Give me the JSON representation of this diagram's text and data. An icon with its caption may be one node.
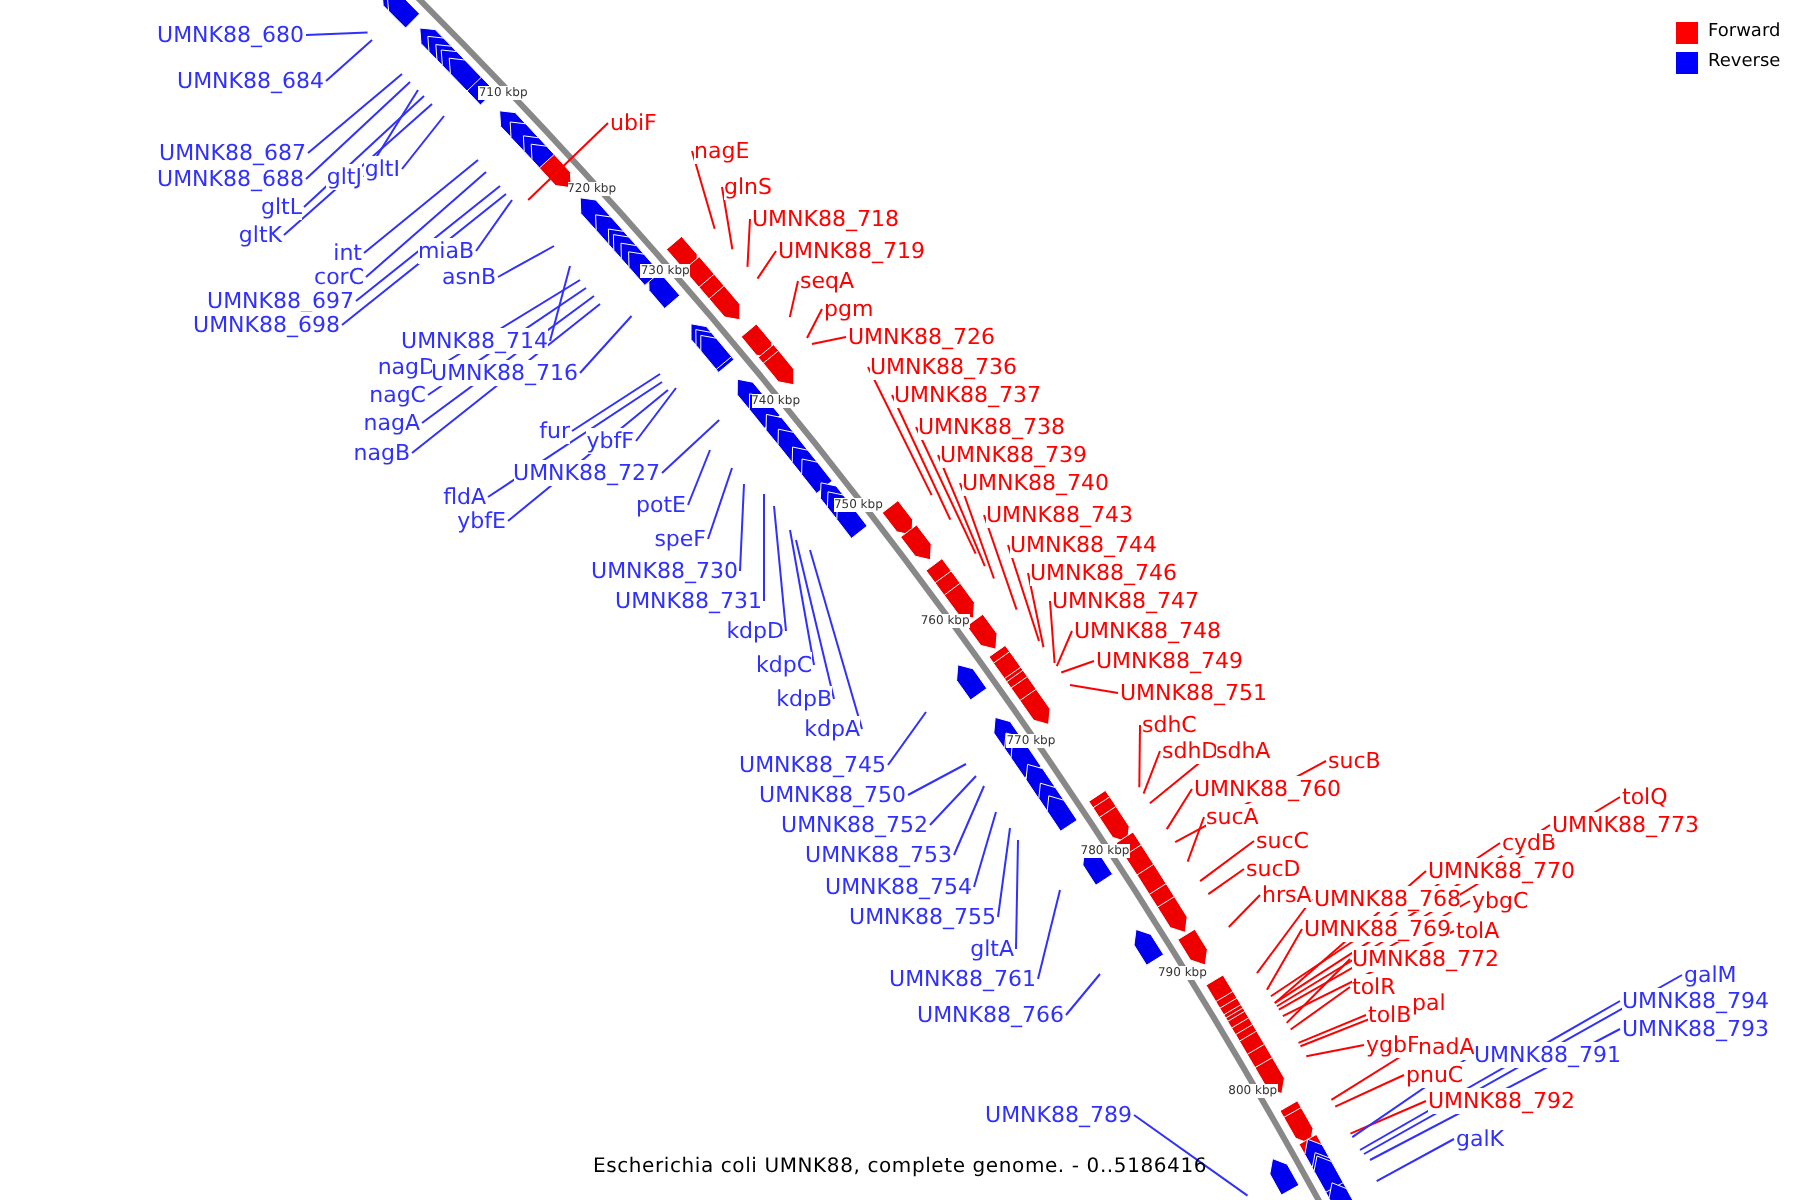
{
  "diagram": {
    "caption": "Escherichia coli UMNK88, complete genome. - 0..5186416",
    "nodes": [
      {
        "text": [
          "UMNK88_680"
        ]
      },
      {
        "text": [
          "UMNK88_684"
        ]
      },
      {
        "text": [
          "UMNK88_687"
        ]
      },
      {
        "text": [
          "UMNK88_688"
        ]
      },
      {
        "text": [
          "gltJ"
        ]
      },
      {
        "text": [
          "gltI"
        ]
      },
      {
        "text": [
          "gltL"
        ]
      },
      {
        "text": [
          "gltK"
        ]
      },
      {
        "text": [
          "int"
        ]
      },
      {
        "text": [
          "corC"
        ]
      },
      {
        "text": [
          "miaB"
        ]
      },
      {
        "text": [
          "asnB"
        ]
      },
      {
        "text": [
          "UMNK88_697"
        ]
      },
      {
        "text": [
          "UMNK88_698"
        ]
      },
      {
        "text": [
          "UMNK88_714"
        ]
      },
      {
        "text": [
          "nagD"
        ]
      },
      {
        "text": [
          "UMNK88_716"
        ]
      },
      {
        "text": [
          "nagC"
        ]
      },
      {
        "text": [
          "nagA"
        ]
      },
      {
        "text": [
          "nagB"
        ]
      },
      {
        "text": [
          "fur"
        ]
      },
      {
        "text": [
          "ybfF"
        ]
      },
      {
        "text": [
          "UMNK88_727"
        ]
      },
      {
        "text": [
          "fldA"
        ]
      },
      {
        "text": [
          "ybfE"
        ]
      },
      {
        "text": [
          "potE"
        ]
      },
      {
        "text": [
          "speF"
        ]
      },
      {
        "text": [
          "UMNK88_730"
        ]
      },
      {
        "text": [
          "UMNK88_731"
        ]
      },
      {
        "text": [
          "kdpD"
        ]
      },
      {
        "text": [
          "kdpC"
        ]
      },
      {
        "text": [
          "kdpB"
        ]
      },
      {
        "text": [
          "kdpA"
        ]
      },
      {
        "text": [
          "UMNK88_745"
        ]
      },
      {
        "text": [
          "UMNK88_750"
        ]
      },
      {
        "text": [
          "UMNK88_752"
        ]
      },
      {
        "text": [
          "UMNK88_753"
        ]
      },
      {
        "text": [
          "UMNK88_754"
        ]
      },
      {
        "text": [
          "UMNK88_755"
        ]
      },
      {
        "text": [
          "gltA"
        ]
      },
      {
        "text": [
          "UMNK88_761"
        ]
      },
      {
        "text": [
          "UMNK88_766"
        ]
      },
      {
        "text": [
          "UMNK88_789"
        ]
      },
      {
        "text": [
          "ubiF"
        ]
      },
      {
        "text": [
          "nagE"
        ]
      },
      {
        "text": [
          "glnS"
        ]
      },
      {
        "text": [
          "UMNK88_718"
        ]
      },
      {
        "text": [
          "UMNK88_719"
        ]
      },
      {
        "text": [
          "seqA"
        ]
      },
      {
        "text": [
          "pgm"
        ]
      },
      {
        "text": [
          "UMNK88_726"
        ]
      },
      {
        "text": [
          "UMNK88_736"
        ]
      },
      {
        "text": [
          "UMNK88_737"
        ]
      },
      {
        "text": [
          "UMNK88_738"
        ]
      },
      {
        "text": [
          "UMNK88_739"
        ]
      },
      {
        "text": [
          "UMNK88_740"
        ]
      },
      {
        "text": [
          "UMNK88_743"
        ]
      },
      {
        "text": [
          "UMNK88_744"
        ]
      },
      {
        "text": [
          "UMNK88_746"
        ]
      },
      {
        "text": [
          "UMNK88_747"
        ]
      },
      {
        "text": [
          "UMNK88_748"
        ]
      },
      {
        "text": [
          "UMNK88_749"
        ]
      },
      {
        "text": [
          "UMNK88_751"
        ]
      },
      {
        "text": [
          "sdhC"
        ]
      },
      {
        "text": [
          "sdhD"
        ]
      },
      {
        "text": [
          "sdhA"
        ]
      },
      {
        "text": [
          "UMNK88_760"
        ]
      },
      {
        "text": [
          "sucB"
        ]
      },
      {
        "text": [
          "sucA"
        ]
      },
      {
        "text": [
          "sucC"
        ]
      },
      {
        "text": [
          "sucD"
        ]
      },
      {
        "text": [
          "hrsA"
        ]
      },
      {
        "text": [
          "UMNK88_768"
        ]
      },
      {
        "text": [
          "UMNK88_769"
        ]
      },
      {
        "text": [
          "UMNK88_770"
        ]
      },
      {
        "text": [
          "cydB"
        ]
      },
      {
        "text": [
          "UMNK88_773"
        ]
      },
      {
        "text": [
          "tolQ"
        ]
      },
      {
        "text": [
          "ybgC"
        ]
      },
      {
        "text": [
          "tolA"
        ]
      },
      {
        "text": [
          "UMNK88_772"
        ]
      },
      {
        "text": [
          "tolR"
        ]
      },
      {
        "text": [
          "pal"
        ]
      },
      {
        "text": [
          "tolB"
        ]
      },
      {
        "text": [
          "ygbF"
        ]
      },
      {
        "text": [
          "nadA"
        ]
      },
      {
        "text": [
          "pnuC"
        ]
      },
      {
        "text": [
          "UMNK88_792"
        ]
      },
      {
        "text": [
          "UMNK88_791"
        ]
      },
      {
        "text": [
          "UMNK88_793"
        ]
      },
      {
        "text": [
          "UMNK88_794"
        ]
      },
      {
        "text": [
          "galM"
        ]
      },
      {
        "text": [
          "galK"
        ]
      }
    ],
    "edges": [
      {
        "from": 0,
        "to": null,
        "arrow": "none"
      },
      {
        "from": 1,
        "to": null,
        "arrow": "none"
      },
      {
        "from": 2,
        "to": null,
        "arrow": "none"
      },
      {
        "from": 3,
        "to": null,
        "arrow": "none"
      },
      {
        "from": 4,
        "to": null,
        "arrow": "none"
      },
      {
        "from": 5,
        "to": null,
        "arrow": "none"
      },
      {
        "from": 6,
        "to": null,
        "arrow": "none"
      },
      {
        "from": 7,
        "to": null,
        "arrow": "none"
      },
      {
        "from": 8,
        "to": null,
        "arrow": "none"
      },
      {
        "from": 9,
        "to": null,
        "arrow": "none"
      },
      {
        "from": 10,
        "to": null,
        "arrow": "none"
      },
      {
        "from": 11,
        "to": null,
        "arrow": "none"
      },
      {
        "from": 12,
        "to": null,
        "arrow": "none"
      },
      {
        "from": 13,
        "to": null,
        "arrow": "none"
      },
      {
        "from": 14,
        "to": null,
        "arrow": "none"
      },
      {
        "from": 15,
        "to": null,
        "arrow": "none"
      },
      {
        "from": 16,
        "to": null,
        "arrow": "none"
      },
      {
        "from": 17,
        "to": null,
        "arrow": "none"
      },
      {
        "from": 18,
        "to": null,
        "arrow": "none"
      },
      {
        "from": 19,
        "to": null,
        "arrow": "none"
      },
      {
        "from": 20,
        "to": null,
        "arrow": "none"
      },
      {
        "from": 21,
        "to": null,
        "arrow": "none"
      },
      {
        "from": 22,
        "to": null,
        "arrow": "none"
      },
      {
        "from": 23,
        "to": null,
        "arrow": "none"
      },
      {
        "from": 24,
        "to": null,
        "arrow": "none"
      },
      {
        "from": 25,
        "to": null,
        "arrow": "none"
      },
      {
        "from": 26,
        "to": null,
        "arrow": "none"
      },
      {
        "from": 27,
        "to": null,
        "arrow": "none"
      },
      {
        "from": 28,
        "to": null,
        "arrow": "none"
      },
      {
        "from": 29,
        "to": null,
        "arrow": "none"
      },
      {
        "from": 30,
        "to": null,
        "arrow": "none"
      },
      {
        "from": 31,
        "to": null,
        "arrow": "none"
      },
      {
        "from": 32,
        "to": null,
        "arrow": "none"
      },
      {
        "from": 33,
        "to": null,
        "arrow": "none"
      },
      {
        "from": 34,
        "to": null,
        "arrow": "none"
      },
      {
        "from": 35,
        "to": null,
        "arrow": "none"
      },
      {
        "from": 36,
        "to": null,
        "arrow": "none"
      },
      {
        "from": 37,
        "to": null,
        "arrow": "none"
      },
      {
        "from": 38,
        "to": null,
        "arrow": "none"
      },
      {
        "from": 39,
        "to": null,
        "arrow": "none"
      },
      {
        "from": 40,
        "to": null,
        "arrow": "none"
      },
      {
        "from": 41,
        "to": null,
        "arrow": "none"
      },
      {
        "from": 42,
        "to": null,
        "arrow": "none"
      },
      {
        "from": 43,
        "to": null,
        "arrow": "none",
        "color": "#ff0000"
      },
      {
        "from": 44,
        "to": null,
        "arrow": "none",
        "color": "#ff0000"
      },
      {
        "from": 45,
        "to": null,
        "arrow": "none",
        "color": "#ff0000"
      },
      {
        "from": 46,
        "to": null,
        "arrow": "none",
        "color": "#ff0000"
      },
      {
        "from": 47,
        "to": null,
        "arrow": "none",
        "color": "#ff0000"
      },
      {
        "from": 48,
        "to": null,
        "arrow": "none",
        "color": "#ff0000"
      },
      {
        "from": 49,
        "to": null,
        "arrow": "none",
        "color": "#ff0000"
      },
      {
        "from": 50,
        "to": null,
        "arrow": "none",
        "color": "#ff0000"
      },
      {
        "from": 51,
        "to": null,
        "arrow": "none",
        "color": "#ff0000"
      },
      {
        "from": 52,
        "to": null,
        "arrow": "none",
        "color": "#ff0000"
      },
      {
        "from": 53,
        "to": null,
        "arrow": "none",
        "color": "#ff0000"
      },
      {
        "from": 54,
        "to": null,
        "arrow": "none",
        "color": "#ff0000"
      },
      {
        "from": 55,
        "to": null,
        "arrow": "none",
        "color": "#ff0000"
      },
      {
        "from": 56,
        "to": null,
        "arrow": "none",
        "color": "#ff0000"
      },
      {
        "from": 57,
        "to": null,
        "arrow": "none",
        "color": "#ff0000"
      },
      {
        "from": 58,
        "to": null,
        "arrow": "none",
        "color": "#ff0000"
      },
      {
        "from": 59,
        "to": null,
        "arrow": "none",
        "color": "#ff0000"
      },
      {
        "from": 60,
        "to": null,
        "arrow": "none",
        "color": "#ff0000"
      },
      {
        "from": 61,
        "to": null,
        "arrow": "none",
        "color": "#ff0000"
      },
      {
        "from": 62,
        "to": null,
        "arrow": "none",
        "color": "#ff0000"
      },
      {
        "from": 63,
        "to": null,
        "arrow": "none",
        "color": "#ff0000"
      },
      {
        "from": 64,
        "to": null,
        "arrow": "none",
        "color": "#ff0000"
      },
      {
        "from": 65,
        "to": null,
        "arrow": "none",
        "color": "#ff0000"
      },
      {
        "from": 66,
        "to": null,
        "arrow": "none",
        "color": "#ff0000"
      },
      {
        "from": 67,
        "to": null,
        "arrow": "none",
        "color": "#ff0000"
      },
      {
        "from": 68,
        "to": null,
        "arrow": "none",
        "color": "#ff0000"
      },
      {
        "from": 69,
        "to": null,
        "arrow": "none",
        "color": "#ff0000"
      },
      {
        "from": 70,
        "to": null,
        "arrow": "none",
        "color": "#ff0000"
      },
      {
        "from": 71,
        "to": null,
        "arrow": "none",
        "color": "#ff0000"
      },
      {
        "from": 72,
        "to": null,
        "arrow": "none",
        "color": "#ff0000"
      },
      {
        "from": 73,
        "to": null,
        "arrow": "none",
        "color": "#ff0000"
      },
      {
        "from": 74,
        "to": null,
        "arrow": "none",
        "color": "#ff0000"
      },
      {
        "from": 75,
        "to": null,
        "arrow": "none",
        "color": "#ff0000"
      },
      {
        "from": 76,
        "to": null,
        "arrow": "none",
        "color": "#ff0000"
      },
      {
        "from": 77,
        "to": null,
        "arrow": "none",
        "color": "#ff0000"
      },
      {
        "from": 78,
        "to": null,
        "arrow": "none",
        "color": "#ff0000"
      },
      {
        "from": 79,
        "to": null,
        "arrow": "none",
        "color": "#ff0000"
      },
      {
        "from": 80,
        "to": null,
        "arrow": "none",
        "color": "#ff0000"
      },
      {
        "from": 81,
        "to": null,
        "arrow": "none",
        "color": "#ff0000"
      },
      {
        "from": 82,
        "to": null,
        "arrow": "none",
        "color": "#ff0000"
      },
      {
        "from": 83,
        "to": null,
        "arrow": "none",
        "color": "#ff0000"
      },
      {
        "from": 84,
        "to": null,
        "arrow": "none",
        "color": "#ff0000"
      },
      {
        "from": 85,
        "to": null,
        "arrow": "none",
        "color": "#ff0000"
      },
      {
        "from": 86,
        "to": null,
        "arrow": "none",
        "color": "#ff0000"
      },
      {
        "from": 87,
        "to": null,
        "arrow": "none",
        "color": "#ff0000"
      },
      {
        "from": 88,
        "to": null,
        "arrow": "none"
      },
      {
        "from": 89,
        "to": null,
        "arrow": "none"
      },
      {
        "from": 90,
        "to": null,
        "arrow": "none"
      },
      {
        "from": 91,
        "to": null,
        "arrow": "none"
      },
      {
        "from": 92,
        "to": null,
        "arrow": "none"
      }
    ],
    "labels": [
      "710 kbp",
      "720 kbp",
      "730 kbp",
      "740 kbp",
      "750 kbp",
      "760 kbp",
      "770 kbp",
      "780 kbp",
      "790 kbp",
      "800 kbp"
    ],
    "legend": [
      {
        "text": "Forward",
        "color": "#ff0000"
      },
      {
        "text": "Reverse",
        "color": "#0000ff"
      }
    ]
  }
}
